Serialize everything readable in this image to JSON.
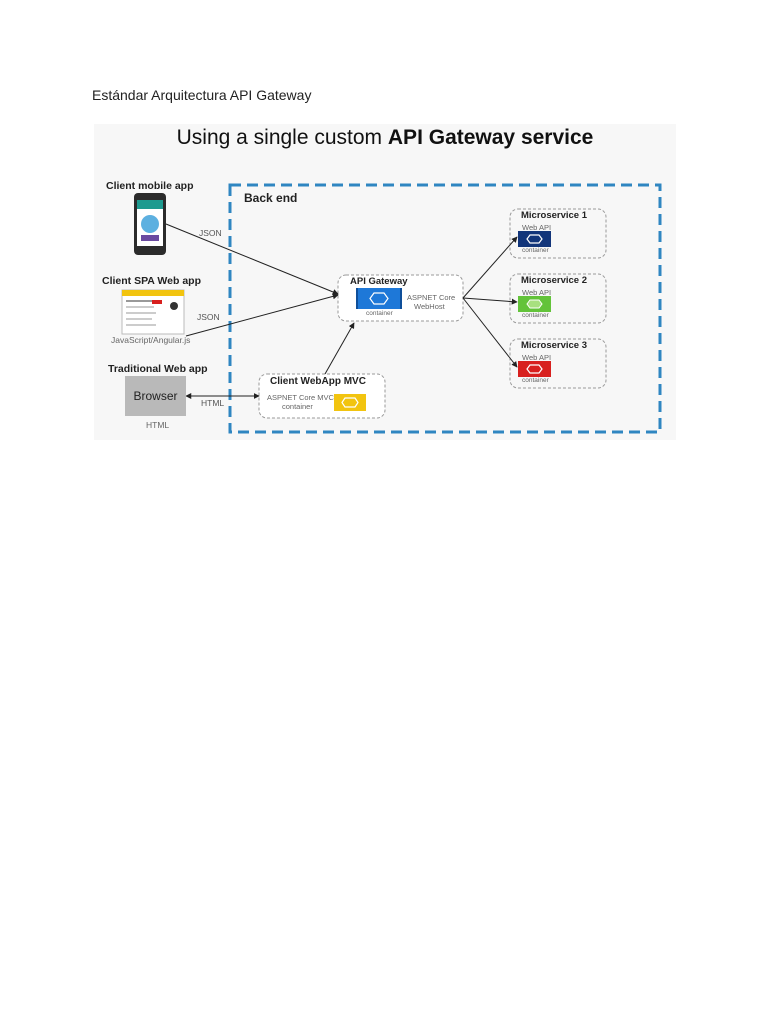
{
  "document": {
    "heading": "Estándar Arquitectura API Gateway"
  },
  "figure": {
    "title_prefix": "Using a single custom ",
    "title_bold": "API Gateway service",
    "backend_label": "Back end",
    "clients": {
      "mobile_label": "Client mobile app",
      "spa_label": "Client SPA Web app",
      "spa_tech": "JavaScript/Angular.js",
      "traditional_label": "Traditional Web app",
      "browser_label": "Browser",
      "browser_caption": "HTML"
    },
    "edges": {
      "mobile_json": "JSON",
      "spa_json": "JSON",
      "browser_html": "HTML"
    },
    "gateway": {
      "title": "API Gateway",
      "tech_line1": "ASPNET Core",
      "tech_line2": "WebHost",
      "container_label": "container",
      "color": "#1e78d8"
    },
    "webapp": {
      "title": "Client WebApp MVC",
      "tech_line1": "ASPNET Core MVC",
      "tech_line2": "container",
      "color": "#f2c40f"
    },
    "microservices": [
      {
        "title": "Microservice 1",
        "api_label": "Web API",
        "container_label": "container",
        "color": "#12357a"
      },
      {
        "title": "Microservice 2",
        "api_label": "Web API",
        "container_label": "container",
        "color": "#63c33a"
      },
      {
        "title": "Microservice 3",
        "api_label": "Web API",
        "container_label": "container",
        "color": "#d8201e"
      }
    ],
    "colors": {
      "backend_border": "#2f86c1",
      "node_border": "#9a9a9a",
      "arrow": "#222222"
    },
    "icons": [
      "mobile-phone-icon",
      "spa-screenshot-icon",
      "container-icon"
    ]
  }
}
